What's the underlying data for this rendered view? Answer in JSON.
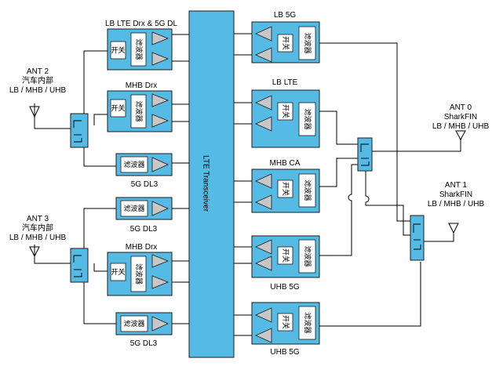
{
  "colors": {
    "module_fill": "#56bbe4",
    "transceiver_fill": "#56bbe4",
    "amp_fill": "#c7c7c7",
    "line": "#000000"
  },
  "transceiver": {
    "label": "LTE Transceiver"
  },
  "antennas": {
    "ant2": {
      "name": "ANT 2",
      "place": "汽车内部",
      "bands": "LB / MHB / UHB"
    },
    "ant3": {
      "name": "ANT 3",
      "place": "汽车内部",
      "bands": "LB / MHB / UHB"
    },
    "ant0": {
      "name": "ANT 0",
      "place": "SharkFIN",
      "bands": "LB / MHB / UHB"
    },
    "ant1": {
      "name": "ANT 1",
      "place": "SharkFIN",
      "bands": "LB / MHB / UHB"
    }
  },
  "modules": {
    "lb_lte_drx_5g_dl": {
      "label": "LB LTE Drx & 5G DL",
      "switch": "开关",
      "filter": "滤波器"
    },
    "mhb_drx_top": {
      "label": "MHB Drx",
      "switch": "开关",
      "filter": "滤波器"
    },
    "dl3_a": {
      "label": "5G DL3",
      "filter": "滤波器"
    },
    "dl3_b": {
      "label": "5G DL3",
      "filter": "滤波器"
    },
    "mhb_drx_bottom": {
      "label": "MHB Drx",
      "switch": "开关",
      "filter": "滤波器"
    },
    "dl3_c": {
      "label": "5G DL3",
      "filter": "滤波器"
    },
    "lb_5g": {
      "label": "LB 5G",
      "switch": "开关",
      "filter": "滤波器"
    },
    "lb_lte": {
      "label": "LB LTE",
      "switch": "开关",
      "filter": "滤波器"
    },
    "mhb_ca": {
      "label": "MHB CA",
      "switch": "开关",
      "filter": "滤波器"
    },
    "uhb_5g_a": {
      "label": "UHB 5G",
      "switch": "开关",
      "filter": "滤波器"
    },
    "uhb_5g_b": {
      "label": "UHB 5G",
      "switch": "开关",
      "filter": "滤波器"
    }
  }
}
